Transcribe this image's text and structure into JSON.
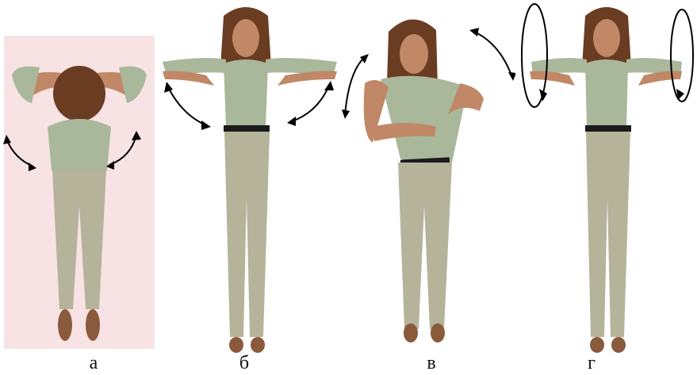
{
  "figure": {
    "panels": [
      {
        "key": "a",
        "label": "а",
        "pose": "hands-behind-head-elbows-swing"
      },
      {
        "key": "b",
        "label": "б",
        "pose": "arms-bent-at-shoulders-swing"
      },
      {
        "key": "v",
        "label": "в",
        "pose": "torso-twist-arms-crossed"
      },
      {
        "key": "g",
        "label": "г",
        "pose": "arms-bent-elbow-circles"
      }
    ],
    "colors": {
      "background_panel_a": "#f7e3e3",
      "shirt": "#a9b79a",
      "pants": "#b6b39b",
      "skin": "#c08866",
      "hair": "#6a3c22",
      "belt": "#1a1a1a",
      "shoes": "#8a5a3c",
      "arrow": "#000000"
    }
  }
}
